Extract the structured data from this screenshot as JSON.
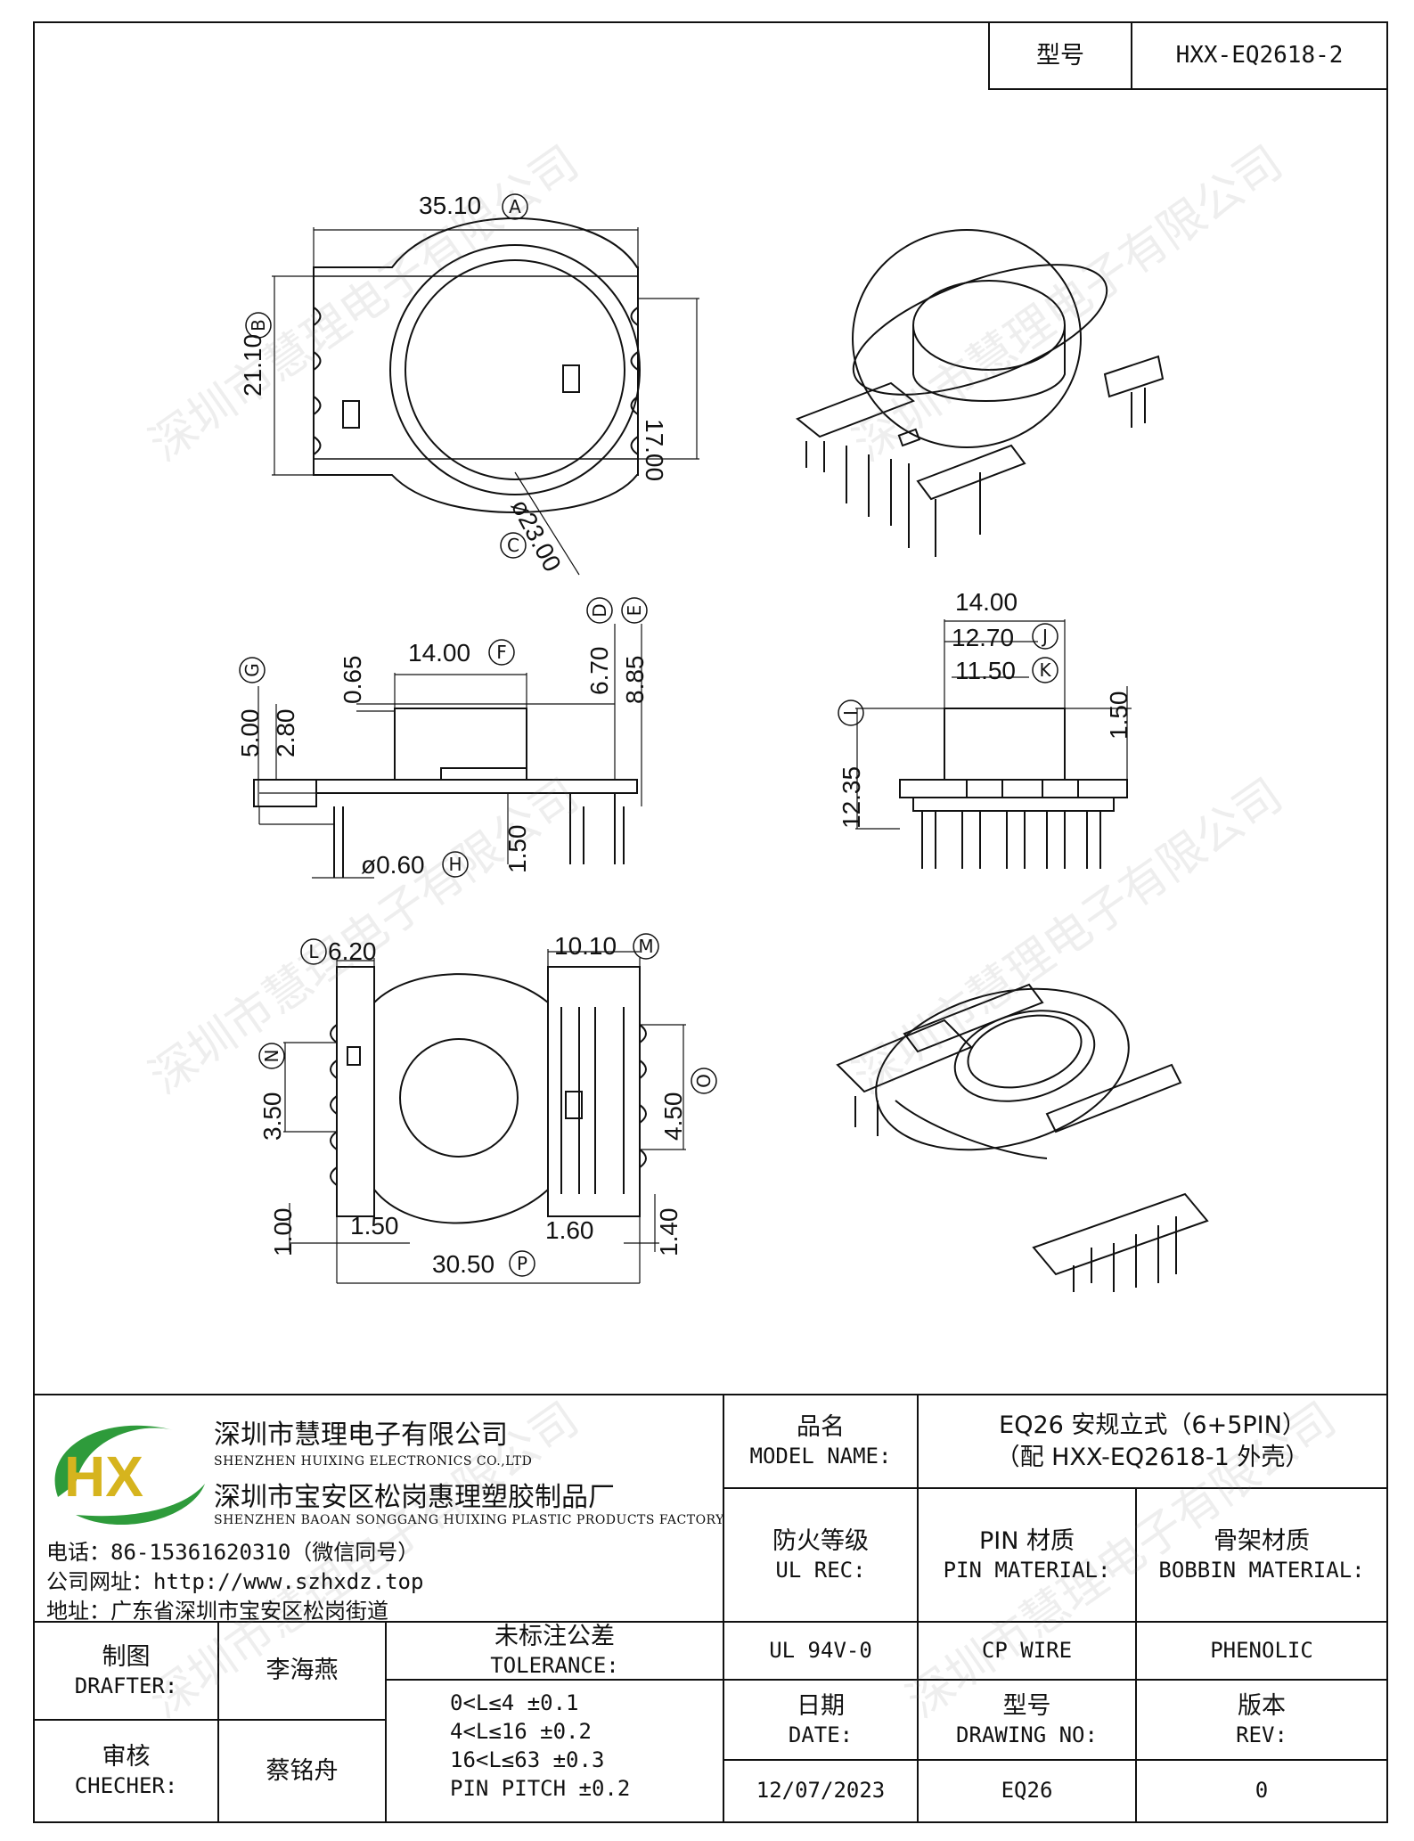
{
  "header": {
    "model_label": "型号",
    "model_value": "HXX-EQ2618-2"
  },
  "watermark": "深圳市慧理电子有限公司",
  "dimensions": {
    "A": "35.10",
    "B": "21.10",
    "C": "ø23.00",
    "h17": "17.00",
    "D": "6.70",
    "E": "8.85",
    "F": "14.00",
    "G": "5.00",
    "h280": "2.80",
    "h065": "0.65",
    "H": "ø0.60",
    "h150a": "1.50",
    "w1400": "14.00",
    "J": "12.70",
    "K": "11.50",
    "I": "12.35",
    "h150b": "1.50",
    "L": "6.20",
    "M": "10.10",
    "N": "3.50",
    "O": "4.50",
    "h100": "1.00",
    "h150c": "1.50",
    "h160": "1.60",
    "h140": "1.40",
    "P": "30.50"
  },
  "company": {
    "logo_text": "HX",
    "name_zh": "深圳市慧理电子有限公司",
    "name_en": "SHENZHEN HUIXING ELECTRONICS CO.,LTD",
    "factory_zh": "深圳市宝安区松岗惠理塑胶制品厂",
    "factory_en": "SHENZHEN BAOAN SONGGANG HUIXING PLASTIC PRODUCTS FACTORY",
    "phone": "电话：86-15361620310（微信同号）",
    "website": "公司网址：http://www.szhxdz.top",
    "address": "地址：广东省深圳市宝安区松岗街道"
  },
  "title_block": {
    "model_name_zh": "品名",
    "model_name_en": "MODEL NAME:",
    "model_name_value1": "EQ26 安规立式（6+5PIN）",
    "model_name_value2": "（配 HXX-EQ2618-1 外壳）",
    "ul_zh": "防火等级",
    "ul_en": "UL REC:",
    "pin_zh": "PIN 材质",
    "pin_en": "PIN MATERIAL:",
    "bobbin_zh": "骨架材质",
    "bobbin_en": "BOBBIN MATERIAL:",
    "ul_value": "UL 94V-0",
    "pin_value": "CP WIRE",
    "bobbin_value": "PHENOLIC",
    "drafter_zh": "制图",
    "drafter_en": "DRAFTER:",
    "drafter_name": "李海燕",
    "checker_zh": "审核",
    "checker_en": "CHECHER:",
    "checker_name": "蔡铭舟",
    "tol_zh": "未标注公差",
    "tol_en": "TOLERANCE:",
    "tol_lines": [
      "0<L≤4  ±0.1",
      "4<L≤16 ±0.2",
      "16<L≤63 ±0.3",
      "PIN PITCH ±0.2"
    ],
    "date_zh": "日期",
    "date_en": "DATE:",
    "date_value": "12/07/2023",
    "drawing_zh": "型号",
    "drawing_en": "DRAWING NO:",
    "drawing_value": "EQ26",
    "rev_zh": "版本",
    "rev_en": "REV:",
    "rev_value": "0"
  }
}
